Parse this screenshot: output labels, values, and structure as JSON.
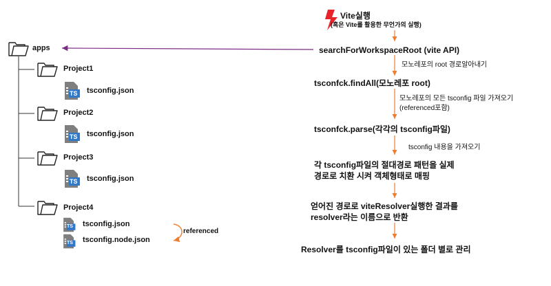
{
  "tree": {
    "root": "apps",
    "projects": [
      {
        "name": "Project1",
        "files": [
          "tsconfig.json"
        ]
      },
      {
        "name": "Project2",
        "files": [
          "tsconfig.json"
        ]
      },
      {
        "name": "Project3",
        "files": [
          "tsconfig.json"
        ]
      },
      {
        "name": "Project4",
        "files": [
          "tsconfig.json",
          "tsconfig.node.json"
        ]
      }
    ],
    "referenced_label": "referenced",
    "ts_badge": "TS"
  },
  "flow": {
    "start_title": "Vite실행",
    "start_sub": "(혹은 Vite를 활용한 무언가의 실행)",
    "steps": [
      {
        "label": "searchForWorkspaceRoot (vite API)",
        "note": "모노레포의 root 경로알아내기"
      },
      {
        "label": "tsconfck.findAll(모노레포 root)",
        "note": "모노레포의 모든 tsconfig 파일 가져오기",
        "note2": "(referenced포함)"
      },
      {
        "label": "tsconfck.parse(각각의 tsconfig파일)",
        "note": "tsconfig 내용을 가져오기"
      },
      {
        "label": "각 tsconfig파일의 절대경로 패턴을 실제",
        "label2": "경로로 치환 시켜 객체형태로 매핑"
      },
      {
        "label": "얻어진 경로로 viteResolver실행한 결과를",
        "label2": "resolver라는 이름으로 반환"
      },
      {
        "label": "Resolver를 tsconfig파일이 있는 폴더 별로 관리"
      }
    ]
  },
  "colors": {
    "arrow_orange": "#ed7d31",
    "arrow_purple": "#7b2c84",
    "bolt_red": "#e8232a",
    "ts_blue": "#3178c6",
    "file_gray": "#7f7f7f"
  }
}
